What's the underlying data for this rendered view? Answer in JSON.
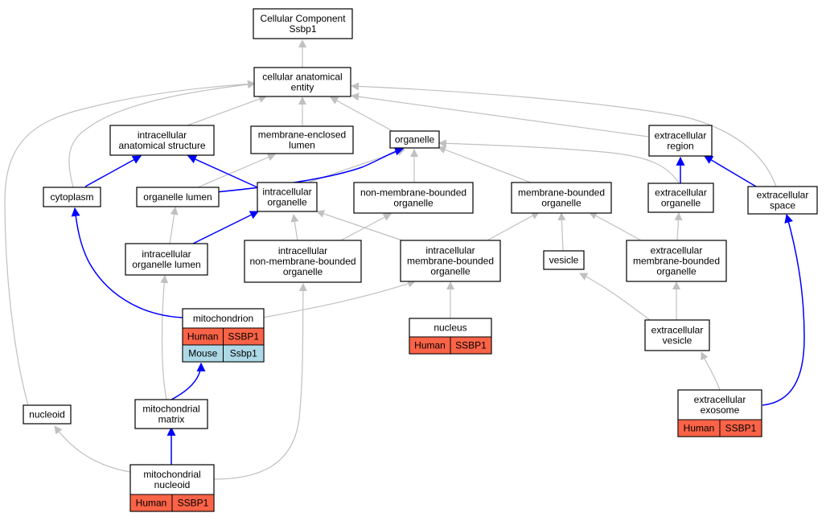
{
  "nodes": {
    "root": {
      "lines": [
        "Cellular Component",
        "Ssbp1"
      ]
    },
    "cae": {
      "lines": [
        "cellular anatomical",
        "entity"
      ]
    },
    "ias": {
      "lines": [
        "intracellular",
        "anatomical structure"
      ]
    },
    "mel": {
      "lines": [
        "membrane-enclosed",
        "lumen"
      ]
    },
    "org": {
      "lines": [
        "organelle"
      ]
    },
    "ecr": {
      "lines": [
        "extracellular",
        "region"
      ]
    },
    "cyt": {
      "lines": [
        "cytoplasm"
      ]
    },
    "olu": {
      "lines": [
        "organelle lumen"
      ]
    },
    "ico": {
      "lines": [
        "intracellular",
        "organelle"
      ]
    },
    "nmbo": {
      "lines": [
        "non-membrane-bounded",
        "organelle"
      ]
    },
    "mbo": {
      "lines": [
        "membrane-bounded",
        "organelle"
      ]
    },
    "eco": {
      "lines": [
        "extracellular",
        "organelle"
      ]
    },
    "ecs": {
      "lines": [
        "extracellular",
        "space"
      ]
    },
    "iol": {
      "lines": [
        "intracellular",
        "organelle lumen"
      ]
    },
    "inmbo": {
      "lines": [
        "intracellular",
        "non-membrane-bounded",
        "organelle"
      ]
    },
    "imbo": {
      "lines": [
        "intracellular",
        "membrane-bounded",
        "organelle"
      ]
    },
    "ves": {
      "lines": [
        "vesicle"
      ]
    },
    "embo": {
      "lines": [
        "extracellular",
        "membrane-bounded",
        "organelle"
      ]
    },
    "mito": {
      "lines": [
        "mitochondrion"
      ],
      "rows": [
        [
          "Human",
          "SSBP1"
        ],
        [
          "Mouse",
          "Ssbp1"
        ]
      ]
    },
    "nuc": {
      "lines": [
        "nucleus"
      ],
      "rows": [
        [
          "Human",
          "SSBP1"
        ]
      ]
    },
    "ecv": {
      "lines": [
        "extracellular",
        "vesicle"
      ]
    },
    "nucleoid": {
      "lines": [
        "nucleoid"
      ]
    },
    "mmat": {
      "lines": [
        "mitochondrial",
        "matrix"
      ]
    },
    "exo": {
      "lines": [
        "extracellular",
        "exosome"
      ],
      "rows": [
        [
          "Human",
          "SSBP1"
        ]
      ]
    },
    "mnuc": {
      "lines": [
        "mitochondrial",
        "nucleoid"
      ],
      "rows": [
        [
          "Human",
          "SSBP1"
        ]
      ]
    }
  },
  "colors": {
    "human": "#fa6347",
    "mouse": "#add8e6",
    "edge_is_a": "#c0c0c0",
    "edge_part_of": "#0000ff"
  }
}
